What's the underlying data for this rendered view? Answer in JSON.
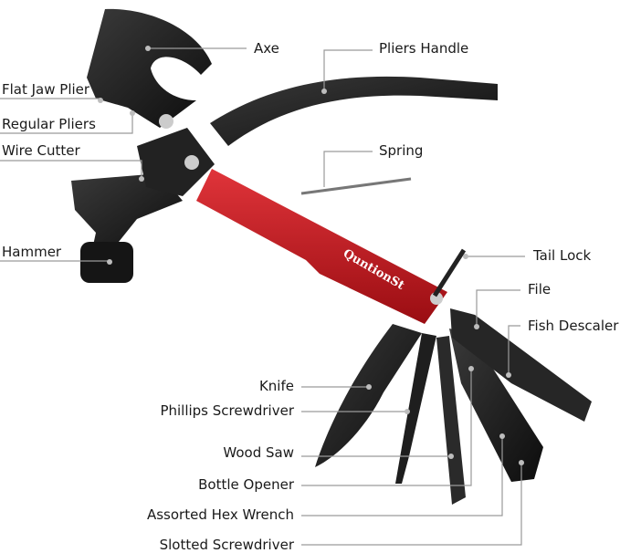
{
  "product": {
    "brand": "QuntionSt",
    "colors": {
      "handle": "#c0141c",
      "metal": "#1f1f1f",
      "leader": "#9a9a9a"
    }
  },
  "labels": {
    "axe": "Axe",
    "pliers_handle": "Pliers Handle",
    "flat_jaw_plier": "Flat Jaw Plier",
    "regular_pliers": "Regular Pliers",
    "wire_cutter": "Wire Cutter",
    "spring": "Spring",
    "hammer": "Hammer",
    "tail_lock": "Tail Lock",
    "file": "File",
    "fish_descaler": "Fish Descaler",
    "knife": "Knife",
    "phillips_screwdriver": "Phillips Screwdriver",
    "wood_saw": "Wood Saw",
    "bottle_opener": "Bottle Opener",
    "assorted_hex_wrench": "Assorted Hex Wrench",
    "slotted_screwdriver": "Slotted Screwdriver"
  }
}
